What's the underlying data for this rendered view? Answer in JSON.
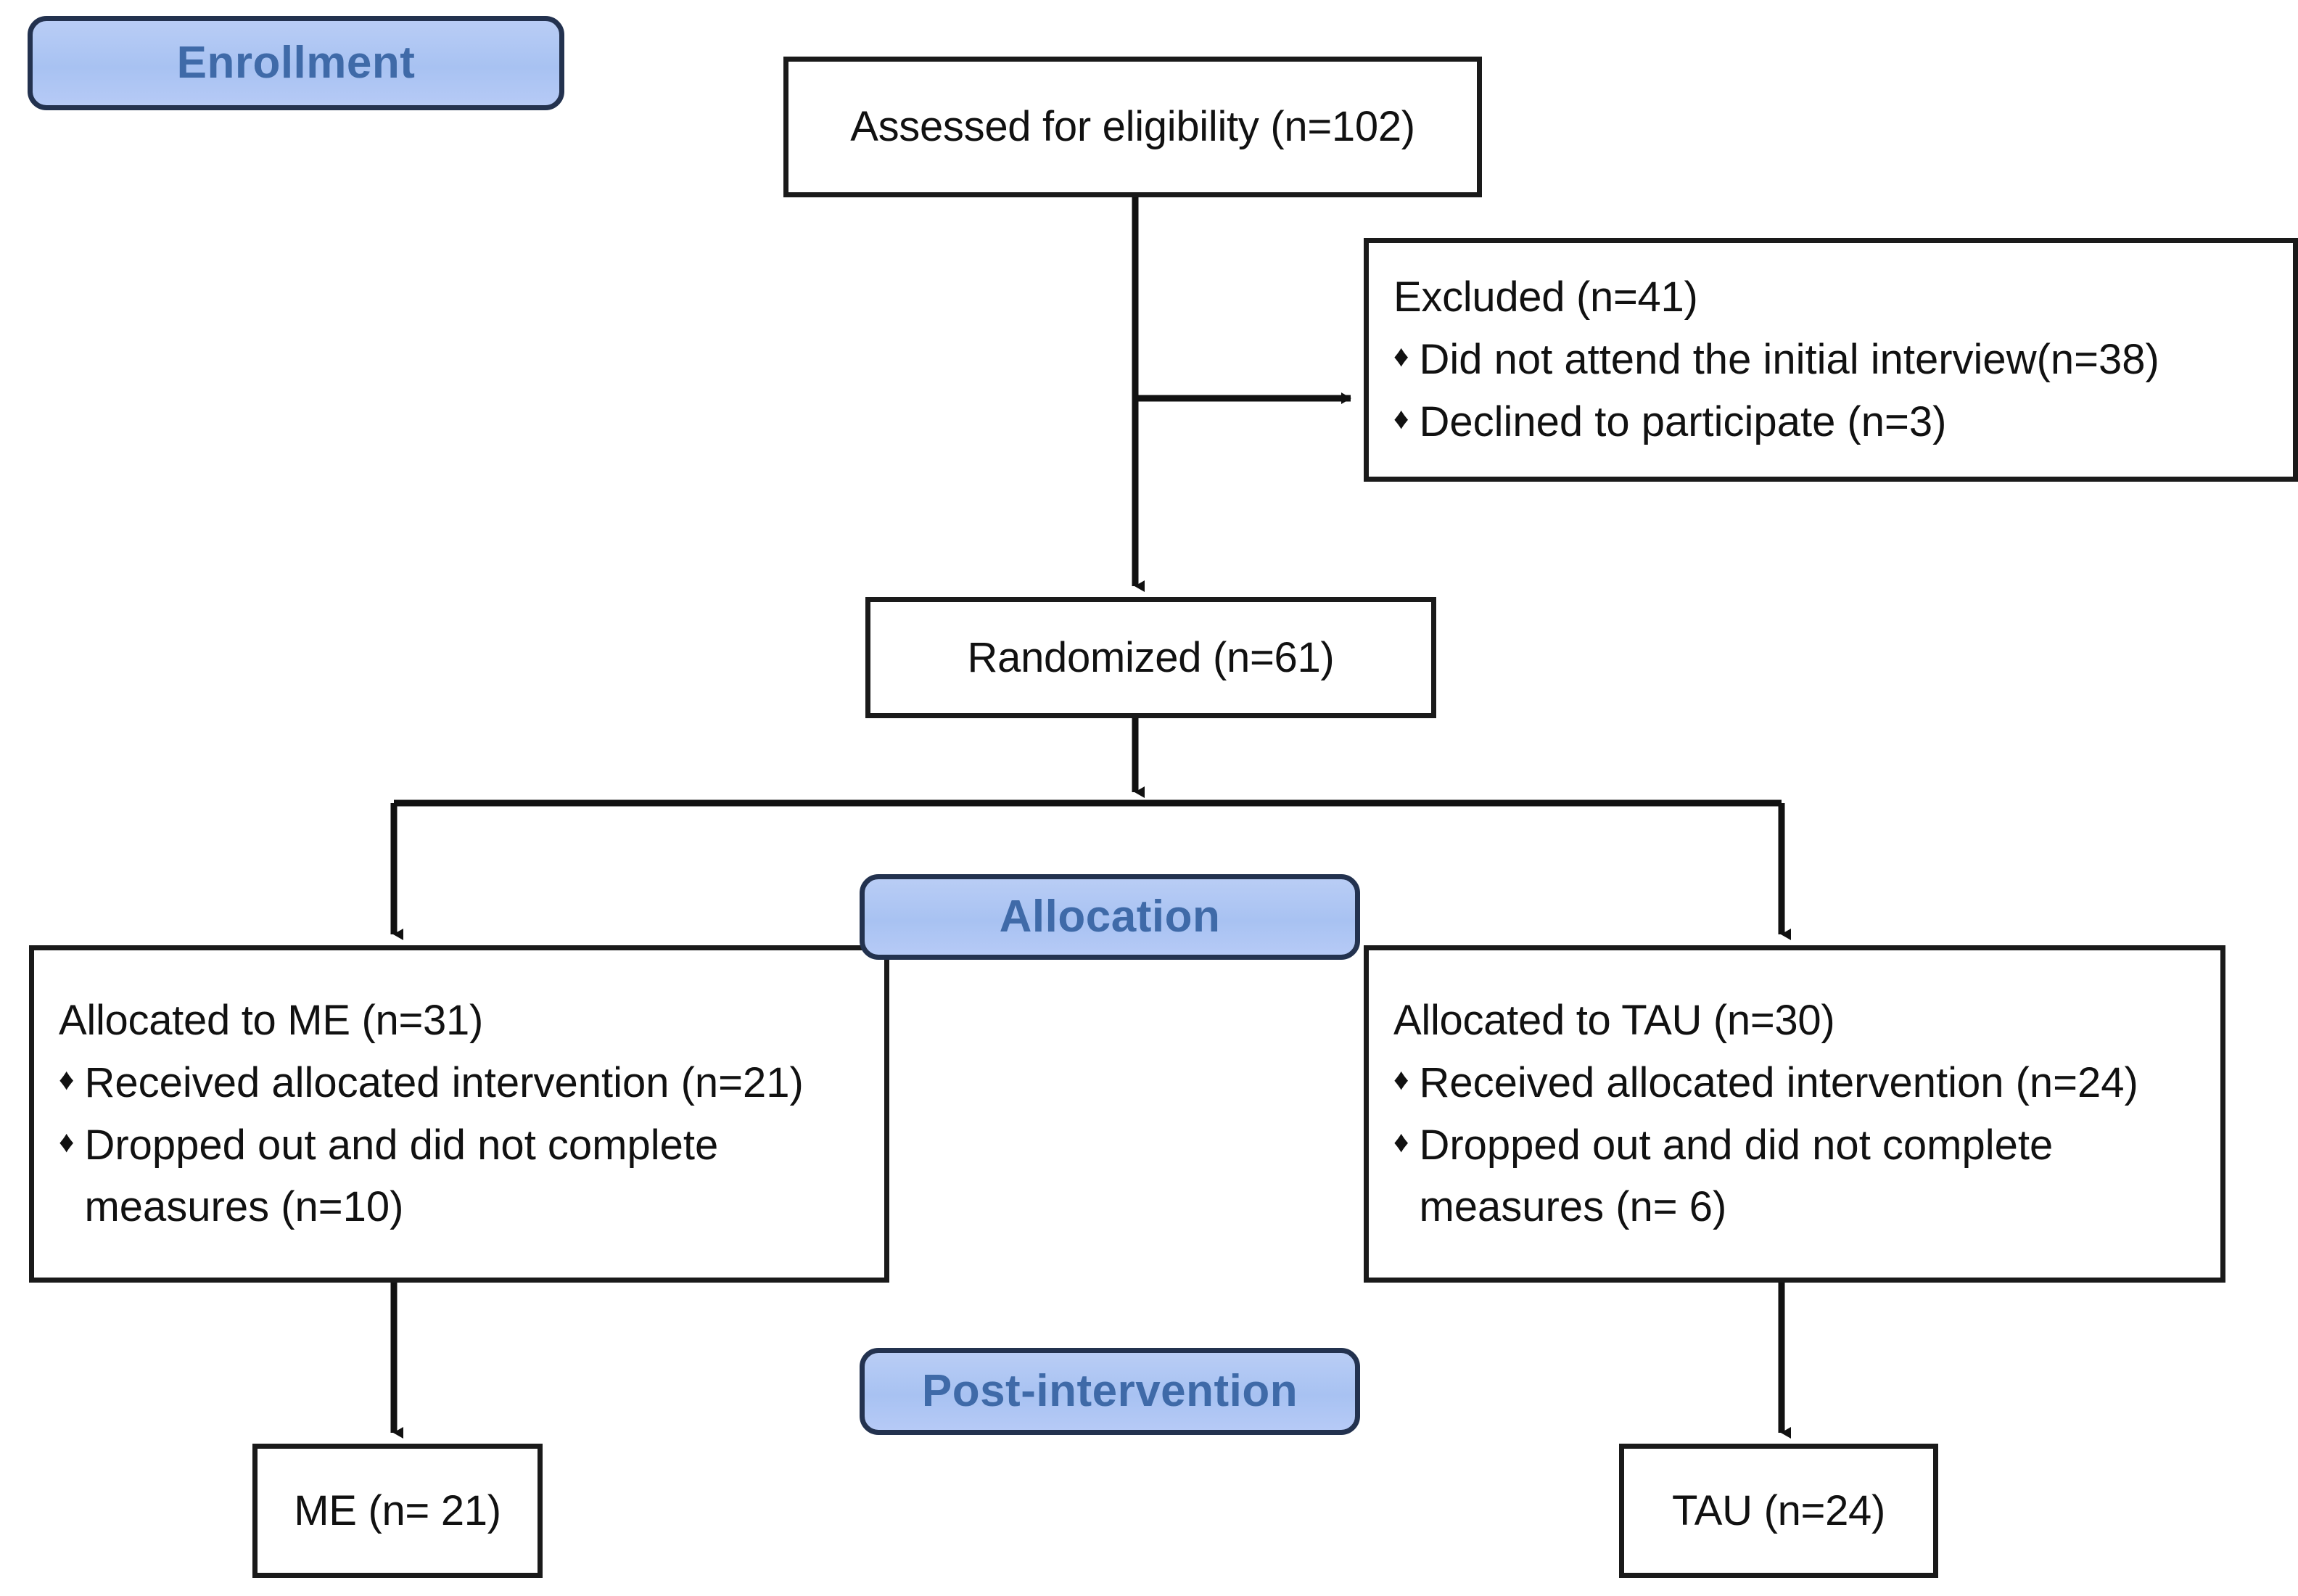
{
  "diagram": {
    "title": "CONSORT participant flow diagram",
    "colors": {
      "badge_fill": "#b0c6f4",
      "badge_border": "#23324f",
      "badge_text": "#3f6aa8",
      "box_border": "#1a1a1a",
      "box_fill": "#ffffff",
      "text": "#111111",
      "connector": "#111111",
      "page_background": "#ffffff"
    },
    "bullet_glyph": "♦",
    "stages": [
      {
        "id": "enrollment",
        "label": "Enrollment"
      },
      {
        "id": "allocation",
        "label": "Allocation"
      },
      {
        "id": "post-intervention",
        "label": "Post-intervention"
      }
    ],
    "nodes": {
      "assessed": {
        "title": "Assessed for eligibility (n=102)",
        "n": 102
      },
      "excluded": {
        "title": "Excluded  (n=41)",
        "n": 41,
        "reasons": [
          {
            "label": "Did not attend the initial interview(n=38)",
            "n": 38
          },
          {
            "label": "Declined to participate (n=3)",
            "n": 3
          }
        ]
      },
      "randomized": {
        "title": "Randomized (n=61)",
        "n": 61
      },
      "allocated_me": {
        "title": "Allocated to ME (n=31)",
        "n": 31,
        "items": [
          {
            "label": "Received allocated intervention (n=21)",
            "n": 21
          },
          {
            "label": "Dropped out and did not complete measures (n=10)",
            "n": 10
          }
        ]
      },
      "allocated_tau": {
        "title": "Allocated to TAU (n=30)",
        "n": 30,
        "items": [
          {
            "label": "Received allocated intervention (n=24)",
            "n": 24
          },
          {
            "label": "Dropped out and did not complete measures (n= 6)",
            "n": 6
          }
        ]
      },
      "final_me": {
        "title": "ME (n= 21)",
        "n": 21
      },
      "final_tau": {
        "title": "TAU (n=24)",
        "n": 24
      }
    }
  },
  "chart_data": {
    "type": "diagram",
    "title": "CONSORT flow diagram",
    "flow": [
      {
        "from": "assessed",
        "to": "randomized",
        "kind": "arrow-down"
      },
      {
        "from": "assessed-trunk",
        "to": "excluded",
        "kind": "arrow-right"
      },
      {
        "from": "randomized",
        "to": "split",
        "kind": "arrow-down"
      },
      {
        "from": "split",
        "to": "allocated_me",
        "kind": "arrow-down-left"
      },
      {
        "from": "split",
        "to": "allocated_tau",
        "kind": "arrow-down-right"
      },
      {
        "from": "allocated_me",
        "to": "final_me",
        "kind": "arrow-down"
      },
      {
        "from": "allocated_tau",
        "to": "final_tau",
        "kind": "arrow-down"
      }
    ],
    "counts": {
      "assessed_for_eligibility": 102,
      "excluded_total": 41,
      "excluded_did_not_attend_initial_interview": 38,
      "excluded_declined_to_participate": 3,
      "randomized": 61,
      "allocated_me": 31,
      "me_received_allocated_intervention": 21,
      "me_dropped_out_incomplete_measures": 10,
      "allocated_tau": 30,
      "tau_received_allocated_intervention": 24,
      "tau_dropped_out_incomplete_measures": 6,
      "post_intervention_me": 21,
      "post_intervention_tau": 24
    }
  }
}
